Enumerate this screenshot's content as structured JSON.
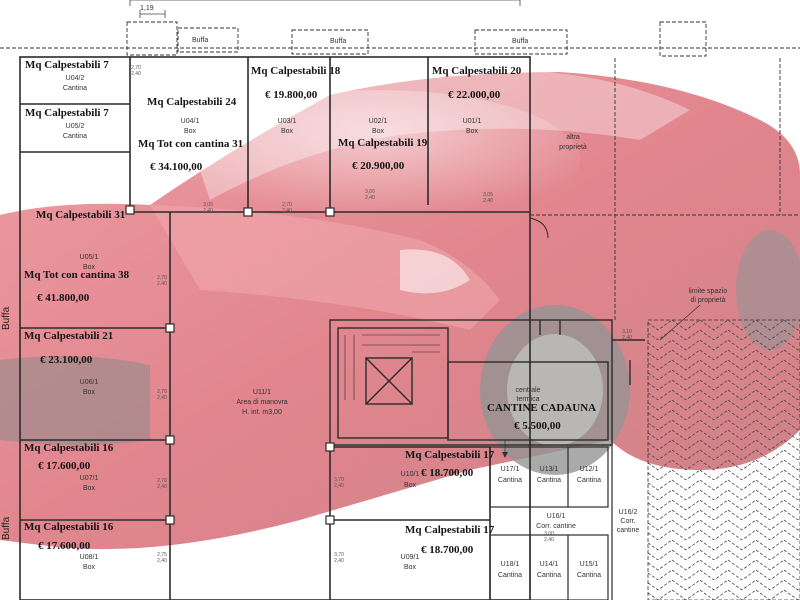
{
  "dimensions": {
    "top_width": "1,19"
  },
  "buffa_labels": {
    "top1": "Buffa",
    "top2": "Buffa",
    "top3": "Buffa",
    "left1": "Buffa",
    "left2": "Buffa"
  },
  "colors": {
    "car_red": "#d4323f",
    "wall": "#2b2b2b",
    "dashed": "#3a3a3a"
  },
  "units": {
    "u04_2": {
      "mq": "Mq Calpestabili 7",
      "code": "U04/2",
      "type": "Cantina"
    },
    "u05_2": {
      "mq": "Mq Calpestabili 7",
      "code": "U05/2",
      "type": "Cantina"
    },
    "u04_1": {
      "mq": "Mq Calpestabili 24",
      "code": "U04/1",
      "type": "Box",
      "mq_total": "Mq Tot con cantina  31",
      "price": "€  34.100,00"
    },
    "u03_1": {
      "mq": "Mq Calpestabili 18",
      "price": "€  19.800,00",
      "code": "U03/1",
      "type": "Box"
    },
    "u02_1": {
      "code": "U02/1",
      "type": "Box",
      "mq": "Mq Calpestabili 19",
      "price": "€  20.900,00"
    },
    "u01_1": {
      "mq": "Mq Calpestabili 20",
      "price": "€  22.000,00",
      "code": "U01/1",
      "type": "Box"
    },
    "u05_1": {
      "mq": "Mq Calpestabili 31",
      "code": "U05/1",
      "type": "Box",
      "mq_total": "Mq Tot con cantina  38",
      "price": "€  41.800,00"
    },
    "u06_1": {
      "mq": "Mq Calpestabili 21",
      "price": "€  23.100,00",
      "code": "U06/1",
      "type": "Box"
    },
    "u07_1": {
      "mq": "Mq Calpestabili 16",
      "price": "€  17.600,00",
      "code": "U07/1",
      "type": "Box"
    },
    "u08_1": {
      "mq": "Mq Calpestabili 16",
      "price": "€  17.600,00",
      "code": "U08/1",
      "type": "Box"
    },
    "u10_1": {
      "mq": "Mq Calpestabili 17",
      "code": "U10/1",
      "price": "€  18.700,00",
      "type": "Box"
    },
    "u09_1": {
      "mq": "Mq Calpestabili 17",
      "price": "€  18.700,00",
      "code": "U09/1",
      "type": "Box"
    },
    "u11_1": {
      "code": "U11/1",
      "line1": "Area di manovra",
      "line2": "H. int. m3,00"
    }
  },
  "cellars": {
    "u17_1": {
      "code": "U17/1",
      "type": "Cantina"
    },
    "u13_1": {
      "code": "U13/1",
      "type": "Cantina"
    },
    "u12_1": {
      "code": "U12/1",
      "type": "Cantina"
    },
    "u16_1": {
      "code": "U16/1",
      "type": "Corr. cantine"
    },
    "u16_2": {
      "code": "U16/2",
      "line1": "Corr.",
      "line2": "cantine"
    },
    "u18_1": {
      "code": "U18/1",
      "type": "Cantina"
    },
    "u14_1": {
      "code": "U14/1",
      "type": "Cantina"
    },
    "u15_1": {
      "code": "U15/1",
      "type": "Cantina"
    }
  },
  "annotations": {
    "altra": "altra",
    "proprieta": "proprietà",
    "limite1": "limite spazio",
    "limite2": "di proprietà",
    "centrale1": "centrale",
    "centrale2": "termica",
    "cantine_cadauna": "CANTINE CADAUNA",
    "cantine_price": "€  5.500,00"
  },
  "small_dims": [
    "2,70",
    "2,40",
    "3,05",
    "2,40",
    "2,70",
    "2,40",
    "3,00",
    "2,40",
    "3,05",
    "2,40",
    "2,70",
    "2,40",
    "2,70",
    "2,40",
    "2,70",
    "2,40",
    "3,70",
    "2,40",
    "2,75",
    "2,40",
    "3,70",
    "2,40",
    "3,00",
    "2,40",
    "3,10",
    "2,40"
  ]
}
